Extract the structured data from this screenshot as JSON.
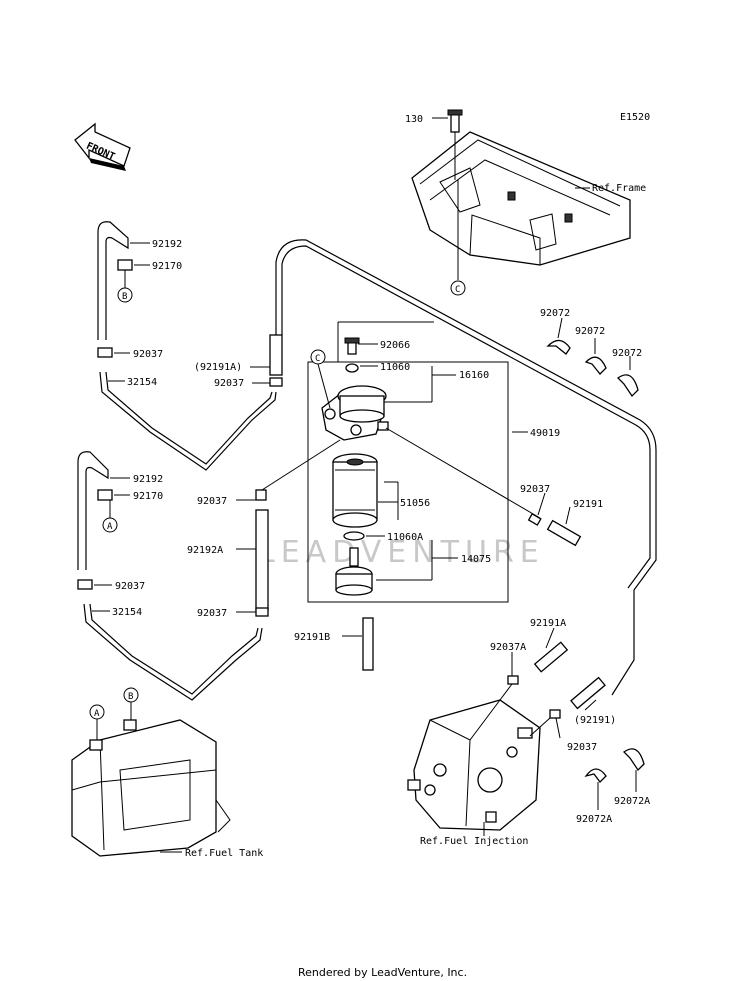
{
  "diagram_code": "E1520",
  "front_label": "FRONT",
  "watermark": "LEADVENTURE",
  "footer": "Rendered by LeadVenture, Inc.",
  "refs": {
    "frame": "Ref.Frame",
    "fuel_tank": "Ref.Fuel Tank",
    "fuel_injection": "Ref.Fuel Injection"
  },
  "markers": {
    "a": "A",
    "b": "B",
    "c": "C"
  },
  "labels": {
    "p130": "130",
    "p92192_top": "92192",
    "p92170_top": "92170",
    "p92037_top": "92037",
    "p32154_top": "32154",
    "p92191A_left": "(92191A)",
    "p92037_left": "92037",
    "p92066": "92066",
    "p11060": "11060",
    "p16160": "16160",
    "p92072_a": "92072",
    "p92072_b": "92072",
    "p92072_c": "92072",
    "p49019": "49019",
    "p92192_mid": "92192",
    "p92170_mid": "92170",
    "p92037_mid": "92037",
    "p51056": "51056",
    "p92037_right": "92037",
    "p92191": "92191",
    "p92192A": "92192A",
    "p11060A": "11060A",
    "p14075": "14075",
    "p92037_low": "92037",
    "p32154_low": "32154",
    "p92037_low2": "92037",
    "p92191B": "92191B",
    "p92191A_right": "92191A",
    "p92037A": "92037A",
    "p92191_paren": "(92191)",
    "p92037_inj": "92037",
    "p92072A_a": "92072A",
    "p92072A_b": "92072A"
  }
}
